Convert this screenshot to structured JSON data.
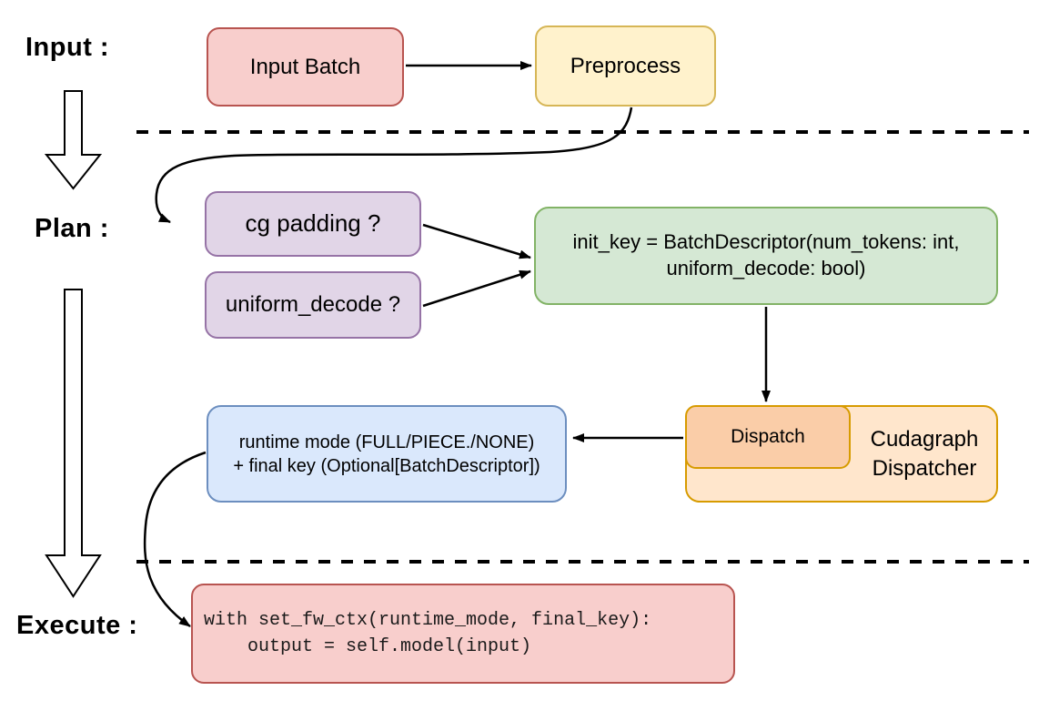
{
  "stages": {
    "input_label": "Input :",
    "plan_label": "Plan :",
    "execute_label": "Execute :"
  },
  "nodes": {
    "input_batch": "Input Batch",
    "preprocess": "Preprocess",
    "cg_padding": "cg padding ?",
    "uniform_decode": "uniform_decode ?",
    "init_key_line1": "init_key = BatchDescriptor(num_tokens: int,",
    "init_key_line2": "uniform_decode: bool)",
    "runtime_line1": "runtime mode (FULL/PIECE./NONE)",
    "runtime_line2": "+ final key (Optional[BatchDescriptor])",
    "dispatch": "Dispatch",
    "cudagraph_line1": "Cudagraph",
    "cudagraph_line2": "Dispatcher",
    "code_line1": "with set_fw_ctx(runtime_mode, final_key):",
    "code_line2": "    output = self.model(input)"
  },
  "colors": {
    "red_fill": "#F8CECC",
    "red_stroke": "#B85450",
    "yellow_fill": "#FFF2CC",
    "yellow_stroke": "#D6B656",
    "purple_fill": "#E1D5E7",
    "purple_stroke": "#9673A6",
    "green_fill": "#D5E8D4",
    "green_stroke": "#82B366",
    "blue_fill": "#DAE8FC",
    "blue_stroke": "#6C8EBF",
    "orange_outer_fill": "#FFE6CC",
    "orange_inner_fill": "#FACDA8",
    "orange_stroke": "#D79B00",
    "connector": "#000000"
  }
}
